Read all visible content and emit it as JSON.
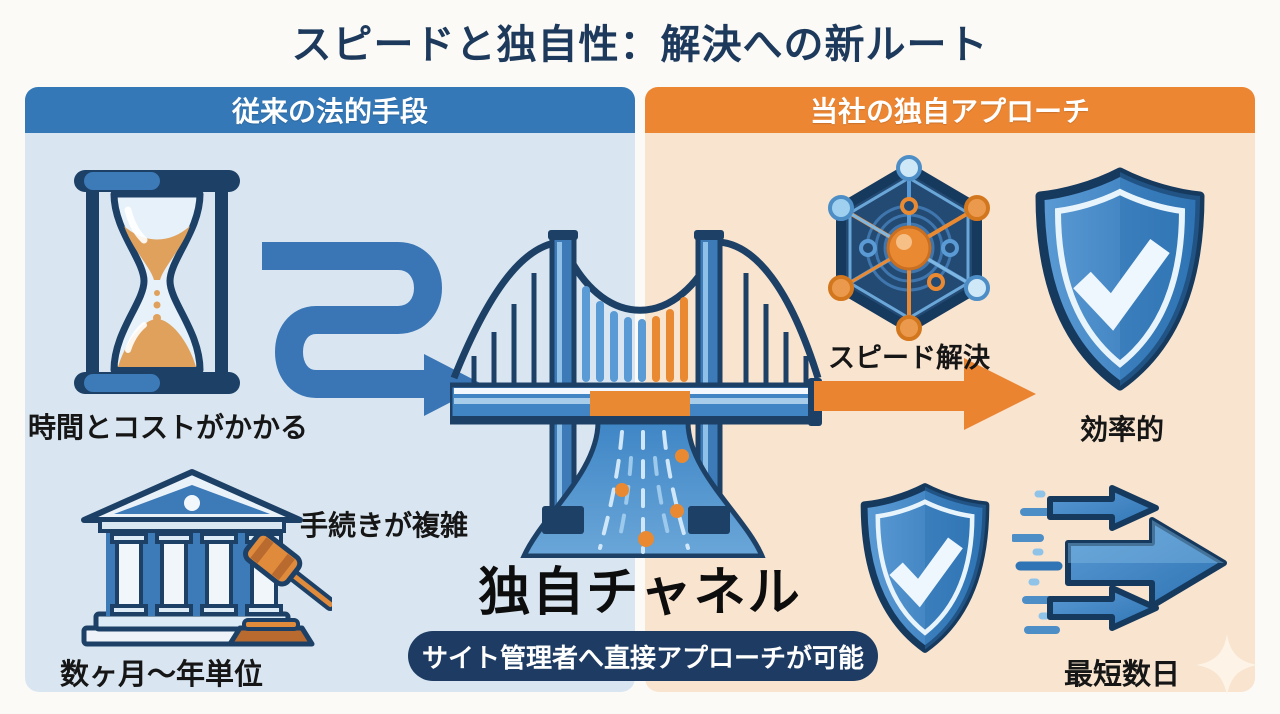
{
  "title": "スピードと独自性：解決への新ルート",
  "colors": {
    "page_bg": "#fbfaf6",
    "title_color": "#1d3a5c",
    "left_header": "#3478b7",
    "right_header": "#ed8632",
    "left_panel_bg": "#d9e6f1",
    "right_panel_bg": "#f9e4cf",
    "badge_bg": "#1e3c63",
    "arrow_blue": "#3a76b5",
    "arrow_orange": "#ea8430",
    "outline_navy": "#1d4066"
  },
  "left_panel": {
    "header": "従来の法的手段",
    "labels": {
      "time_cost": "時間とコストがかかる",
      "complex": "手続きが複雑",
      "duration": "数ヶ月〜年単位"
    },
    "icons": [
      "hourglass-icon",
      "winding-arrow-icon",
      "courthouse-gavel-icon"
    ]
  },
  "center": {
    "channel_label": "独自チャネル",
    "badge": "サイト管理者へ直接アプローチが可能",
    "icons": [
      "suspension-bridge-icon"
    ]
  },
  "right_panel": {
    "header": "当社の独自アプローチ",
    "labels": {
      "speed": "スピード解決",
      "efficient": "効率的",
      "days": "最短数日"
    },
    "icons": [
      "network-hexagon-icon",
      "shield-check-icon",
      "shield-check-small-icon",
      "speed-arrows-icon",
      "orange-arrow-icon",
      "sparkle-icon"
    ]
  }
}
